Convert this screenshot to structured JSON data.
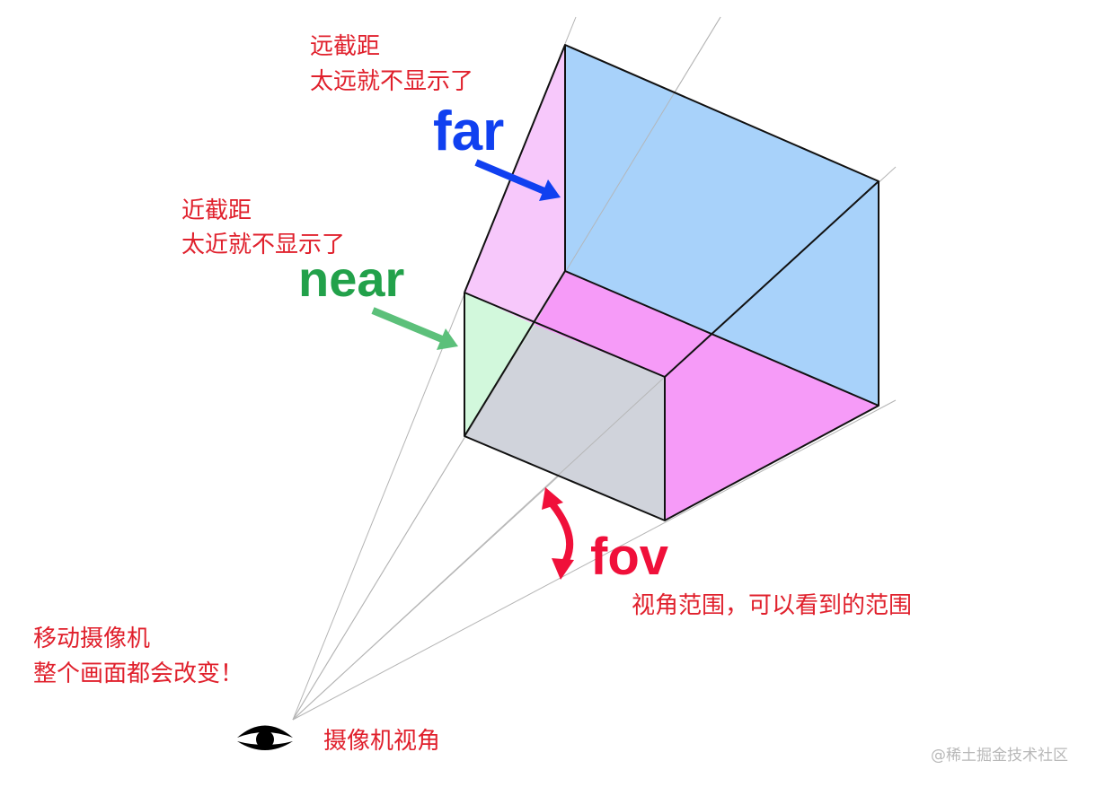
{
  "far": {
    "label": "far",
    "note_line1": "远截距",
    "note_line2": "太远就不显示了",
    "color": "#1040f0"
  },
  "near": {
    "label": "near",
    "note_line1": "近截距",
    "note_line2": "太近就不显示了",
    "color": "#22a14a"
  },
  "fov": {
    "label": "fov",
    "note": "视角范围，可以看到的范围",
    "color": "#f0103a"
  },
  "camera": {
    "label": "摄像机视角",
    "note_line1": "移动摄像机",
    "note_line2": "整个画面都会改变！"
  },
  "watermark": "@稀土掘金技术社区",
  "colors": {
    "far_plane": "#a8d2fa",
    "side_face_light": "#f7c8fb",
    "side_face": "#f69bf8",
    "near_plane": "#d0d3db",
    "near_side": "#d2f8dc",
    "annotation_text": "#e0202c",
    "guide_lines": "#b4b4b4"
  }
}
